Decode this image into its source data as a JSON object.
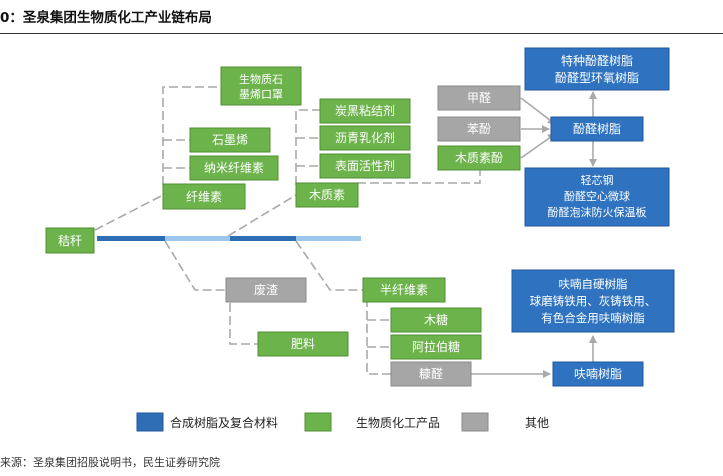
{
  "title": "0：圣泉集团生物质化工产业链布局",
  "source": "来源：圣泉集团招股说明书，民生证券研究院",
  "colors": {
    "green": "#6db34b",
    "green_border": "#4f8f33",
    "blue": "#2f73c0",
    "blue_border": "#1f5a9c",
    "gray": "#a6a6a6",
    "gray_border": "#8a8a8a",
    "line": "#a9a9a9",
    "bar_dark": "#2f6db5",
    "bar_light": "#9cc7ec"
  },
  "nodes": {
    "jiegan": "秸秆",
    "xianweisu": "纤维素",
    "moxi": "石墨烯",
    "nami": "纳米纤维素",
    "shengwuzhi_line1": "生物质石",
    "shengwuzhi_line2": "墨烯口罩",
    "muzhisu": "木质素",
    "tanhei": "炭黑粘结剂",
    "liqing": "沥青乳化剂",
    "biaomian": "表面活性剂",
    "jiaquan": "甲醛",
    "benfen": "苯酚",
    "muzhisufen": "木质素酚",
    "fenquan": "酚醛树脂",
    "tezhong_line1": "特种酚醛树脂",
    "tezhong_line2": "酚醛型环氧树脂",
    "qingxin_line1": "轻芯钢",
    "qingxin_line2": "酚醛空心微球",
    "qingxin_line3": "酚醛泡沫防火保温板",
    "feizha": "废渣",
    "feiliao": "肥料",
    "banxianweisu": "半纤维素",
    "mutang": "木糖",
    "alabo": "阿拉伯糖",
    "kangquan": "糠醛",
    "funan": "呋喃树脂",
    "funanzi_line1": "呋喃自硬树脂",
    "funanzi_line2": "球磨铸铁用、灰铸铁用、",
    "funanzi_line3": "有色合金用呋喃树脂"
  },
  "legend": {
    "synthetic": "合成树脂及复合材料",
    "biochem": "生物质化工产品",
    "other": "其他"
  }
}
